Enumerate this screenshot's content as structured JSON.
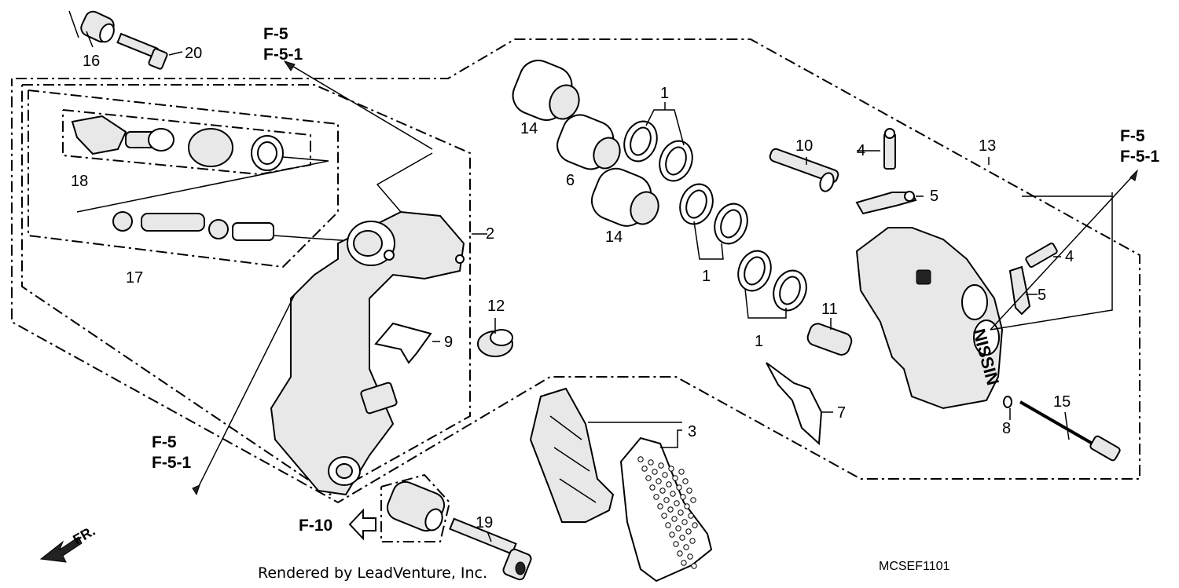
{
  "callouts": {
    "p1": "1",
    "p2": "2",
    "p3": "3",
    "p4": "4",
    "p5": "5",
    "p6": "6",
    "p7": "7",
    "p8": "8",
    "p9": "9",
    "p10": "10",
    "p11": "11",
    "p12": "12",
    "p13": "13",
    "p14": "14",
    "p15": "15",
    "p16": "16",
    "p17": "17",
    "p18": "18",
    "p19": "19",
    "p20": "20"
  },
  "refs": {
    "f5": "F-5",
    "f51": "F-5-1",
    "f10": "F-10",
    "fr": "FR."
  },
  "footer": {
    "credit": "Rendered by LeadVenture, Inc.",
    "diagram_code": "MCSEF1101"
  }
}
